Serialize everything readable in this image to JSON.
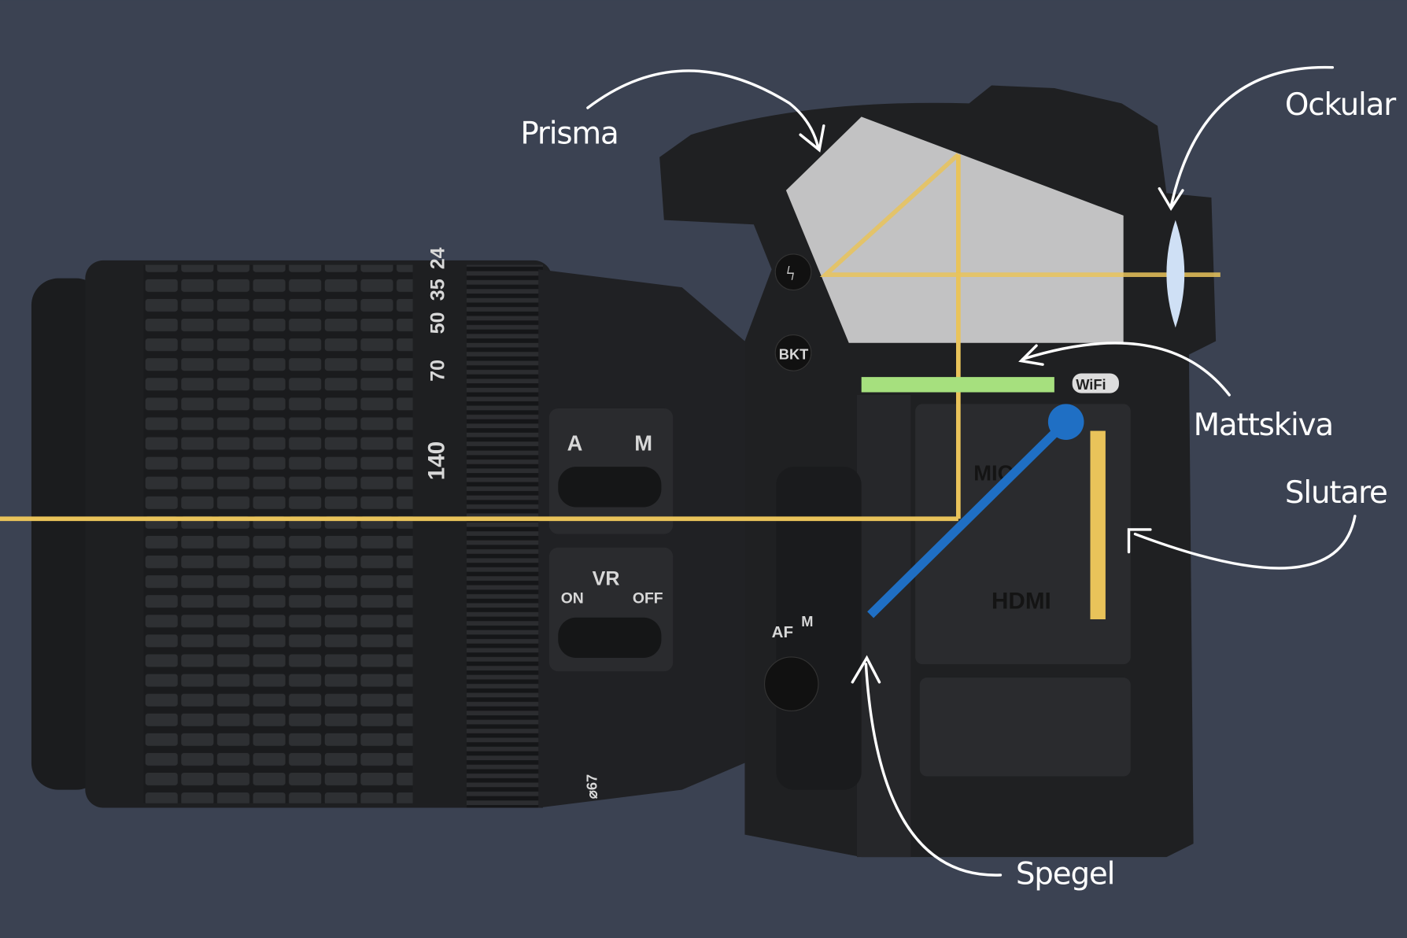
{
  "labels": {
    "prisma": "Prisma",
    "ockular": "Ockular",
    "mattskiva": "Mattskiva",
    "slutare": "Slutare",
    "spegel": "Spegel"
  },
  "camera_markings": {
    "focal_lengths": [
      "24",
      "35",
      "50",
      "70",
      "140"
    ],
    "af_switch_a": "A",
    "af_switch_m": "M",
    "vr": "VR",
    "vr_on": "ON",
    "vr_off": "OFF",
    "bkt": "BKT",
    "af": "AF",
    "af_m": "M",
    "mic": "MIC",
    "hdmi": "HDMI",
    "wifi": "WiFi",
    "filter": "⌀67"
  },
  "colors": {
    "background": "#3b4252",
    "light_path": "#e9c35a",
    "focusing_screen": "#a6e07e",
    "mirror": "#1f6fc4",
    "prism": "#e6e6e6",
    "eyepiece": "#cfe0f5"
  }
}
